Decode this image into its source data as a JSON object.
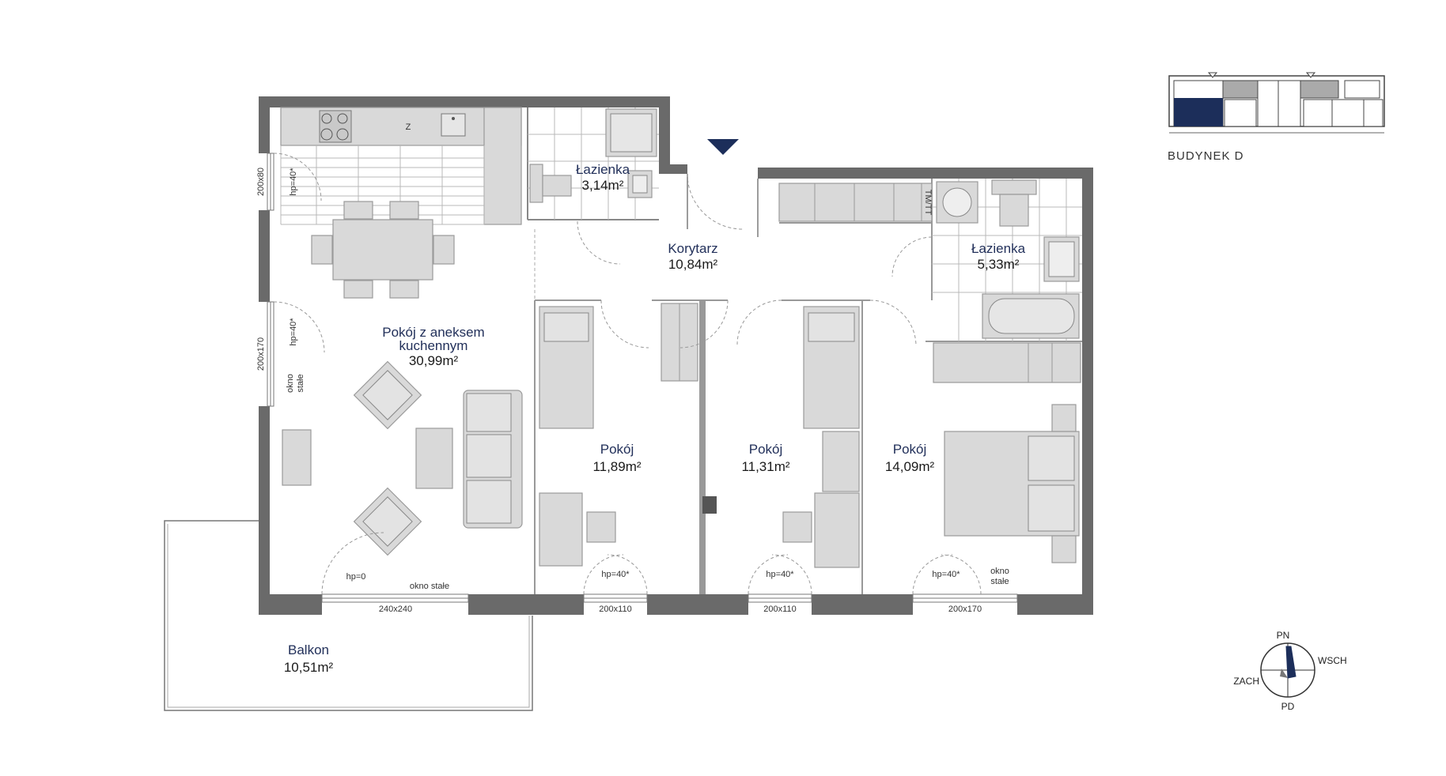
{
  "rooms": {
    "living": {
      "name_line1": "Pokój z aneksem",
      "name_line2": "kuchennym",
      "area": "30,99m²"
    },
    "bath1": {
      "name": "Łazienka",
      "area": "3,14m²"
    },
    "corridor": {
      "name": "Korytarz",
      "area": "10,84m²"
    },
    "bath2": {
      "name": "Łazienka",
      "area": "5,33m²"
    },
    "room1": {
      "name": "Pokój",
      "area": "11,89m²"
    },
    "room2": {
      "name": "Pokój",
      "area": "11,31m²"
    },
    "room3": {
      "name": "Pokój",
      "area": "14,09m²"
    },
    "balcony": {
      "name": "Balkon",
      "area": "10,51m²"
    }
  },
  "windows": {
    "w_left_top": {
      "size": "200x80",
      "hp": "hp=40*"
    },
    "w_left_mid": {
      "size": "200x170",
      "hp": "hp=40*",
      "note_line1": "okno",
      "note_line2": "stałe"
    },
    "w_living": {
      "size": "240x240",
      "hp": "hp=0",
      "note": "okno stałe"
    },
    "w_room1": {
      "size": "200x110",
      "hp": "hp=40*"
    },
    "w_room2": {
      "size": "200x110",
      "hp": "hp=40*"
    },
    "w_room3": {
      "size": "200x170",
      "hp": "hp=40*",
      "note_line1": "okno",
      "note_line2": "stałe"
    }
  },
  "misc": {
    "kitchen_mark": "Z",
    "closet_mark": "TM/TT"
  },
  "building": {
    "label": "BUDYNEK D"
  },
  "compass": {
    "north": "PN",
    "east": "WSCH",
    "south": "PD",
    "west": "ZACH"
  },
  "colors": {
    "wall": "#6a6a6a",
    "furniture": "#d9d9d9",
    "highlight": "#1c2e5a",
    "text": "#22305a"
  }
}
